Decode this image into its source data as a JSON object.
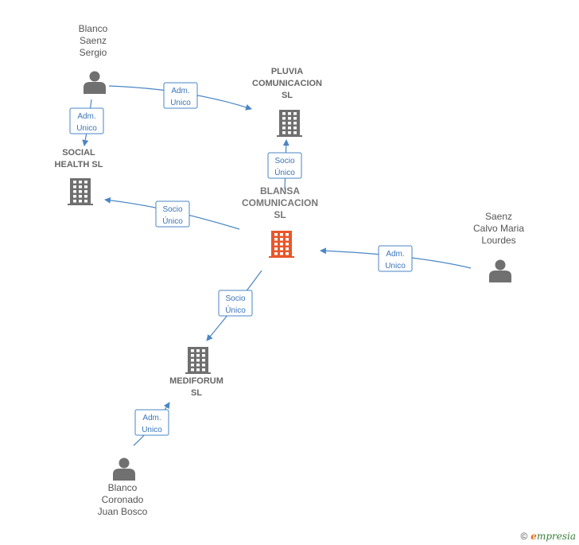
{
  "nodes": [
    {
      "id": "blanco-saenz-sergio",
      "type": "person",
      "lines": [
        "Blanco",
        "Saenz",
        "Sergio"
      ]
    },
    {
      "id": "pluvia",
      "type": "company",
      "lines": [
        "PLUVIA",
        "COMUNICACION",
        "SL"
      ]
    },
    {
      "id": "social-health",
      "type": "company",
      "lines": [
        "SOCIAL",
        "HEALTH  SL"
      ]
    },
    {
      "id": "blansa",
      "type": "company-main",
      "lines": [
        "BLANSA",
        "COMUNICACION",
        "SL"
      ],
      "color": "#e8572a"
    },
    {
      "id": "saenz-calvo",
      "type": "person",
      "lines": [
        "Saenz",
        "Calvo Maria",
        "Lourdes"
      ]
    },
    {
      "id": "mediforum",
      "type": "company",
      "lines": [
        "MEDIFORUM",
        "SL"
      ]
    },
    {
      "id": "blanco-coronado",
      "type": "person",
      "lines": [
        "Blanco",
        "Coronado",
        "Juan Bosco"
      ]
    }
  ],
  "edges": [
    {
      "from": "blanco-saenz-sergio",
      "to": "pluvia",
      "label": [
        "Adm.",
        "Unico"
      ]
    },
    {
      "from": "blanco-saenz-sergio",
      "to": "social-health",
      "label": [
        "Adm.",
        "Unico"
      ]
    },
    {
      "from": "blansa",
      "to": "pluvia",
      "label": [
        "Socio",
        "Único"
      ]
    },
    {
      "from": "blansa",
      "to": "social-health",
      "label": [
        "Socio",
        "Único"
      ]
    },
    {
      "from": "saenz-calvo",
      "to": "blansa",
      "label": [
        "Adm.",
        "Unico"
      ]
    },
    {
      "from": "blansa",
      "to": "mediforum",
      "label": [
        "Socio",
        "Único"
      ]
    },
    {
      "from": "blanco-coronado",
      "to": "mediforum",
      "label": [
        "Adm.",
        "Unico"
      ]
    }
  ],
  "colors": {
    "edge": "#4a86c5",
    "company": "#6f6f6f",
    "person": "#707070",
    "main": "#e8572a"
  },
  "footer": {
    "copyright": "©",
    "brand_initial": "e",
    "brand_rest": "mpresia"
  }
}
